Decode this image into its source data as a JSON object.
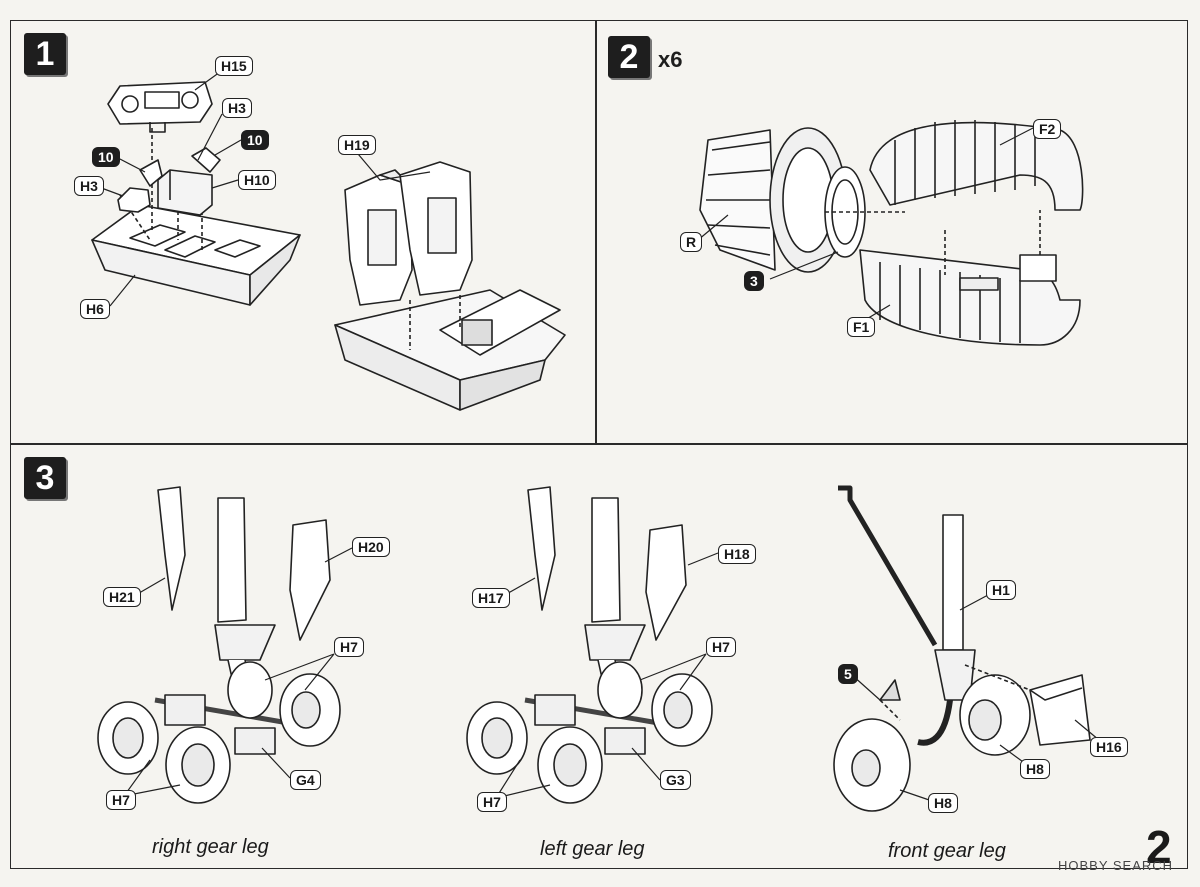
{
  "steps": [
    {
      "number": "1"
    },
    {
      "number": "2",
      "multiplier": "x6"
    },
    {
      "number": "3"
    }
  ],
  "step1": {
    "labels": {
      "h15": "H15",
      "h3_top": "H3",
      "ten_left": "10",
      "ten_right": "10",
      "h3_left": "H3",
      "h10": "H10",
      "h6": "H6",
      "h19": "H19"
    }
  },
  "step2": {
    "labels": {
      "f2": "F2",
      "r": "R",
      "three": "3",
      "f1": "F1"
    }
  },
  "step3": {
    "labels": {
      "h21": "H21",
      "h20": "H20",
      "h7_right_top": "H7",
      "h7_right_bottom": "H7",
      "g4": "G4",
      "h17": "H17",
      "h18": "H18",
      "h7_left_top": "H7",
      "h7_left_bottom": "H7",
      "g3": "G3",
      "h1": "H1",
      "five": "5",
      "h16": "H16",
      "h8_top": "H8",
      "h8_bottom": "H8"
    },
    "captions": {
      "right": "right gear leg",
      "left": "left gear leg",
      "front": "front gear leg"
    }
  },
  "page_number": "2",
  "watermark": "HOBBY SEARCH"
}
